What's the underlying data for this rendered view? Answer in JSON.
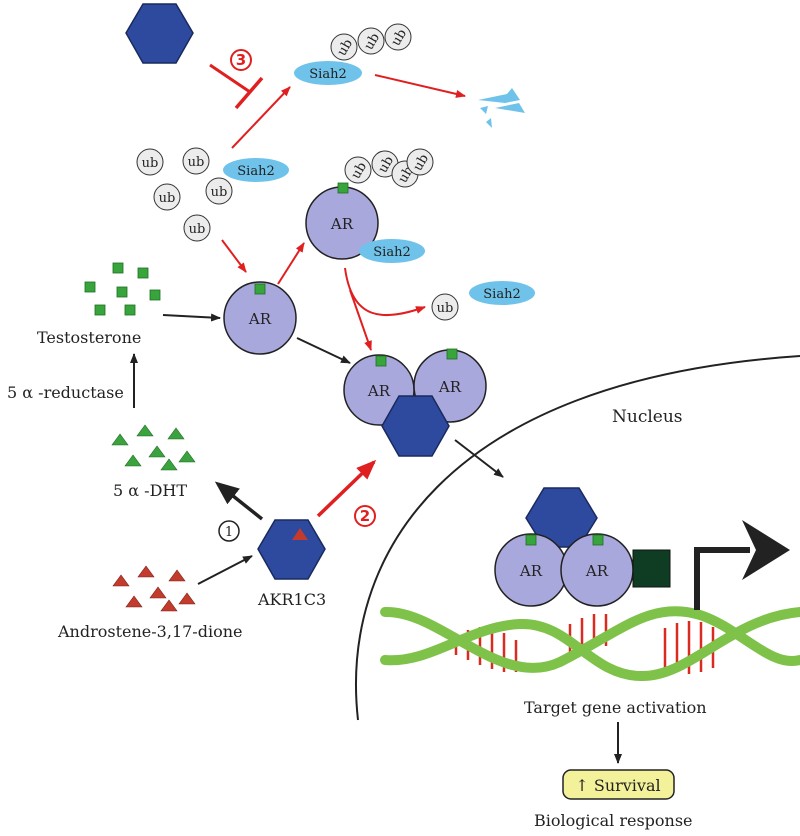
{
  "labels": {
    "testosterone": "Testosterone",
    "reductase": "5 α -reductase",
    "dht": "5 α -DHT",
    "akr1c3": "AKR1C3",
    "androstene": "Androstene-3,17-dione",
    "nucleus": "Nucleus",
    "target_gene": "Target gene activation",
    "survival": "↑ Survival",
    "biological_response": "Biological response"
  },
  "molecules": {
    "ar": "AR",
    "siah2": "Siah2",
    "ub": "ub"
  },
  "steps": {
    "step1": "1",
    "step2": "2",
    "step3": "3"
  },
  "colors": {
    "hexagon": "#2d4a9e",
    "ar_fill": "#a9a8dd",
    "siah2_fill": "#6fc3ea",
    "ub_fill": "#ececec",
    "green_square": "#38a53c",
    "dht_triangle": "#3aa33e",
    "androstene_triangle": "#c33b2c",
    "red_arrow": "#e02020",
    "dna_backbone": "#7fc24a",
    "dna_rungs": "#d92b20",
    "gene_box": "#0f3d23",
    "survival_fill": "#f3f19a"
  }
}
